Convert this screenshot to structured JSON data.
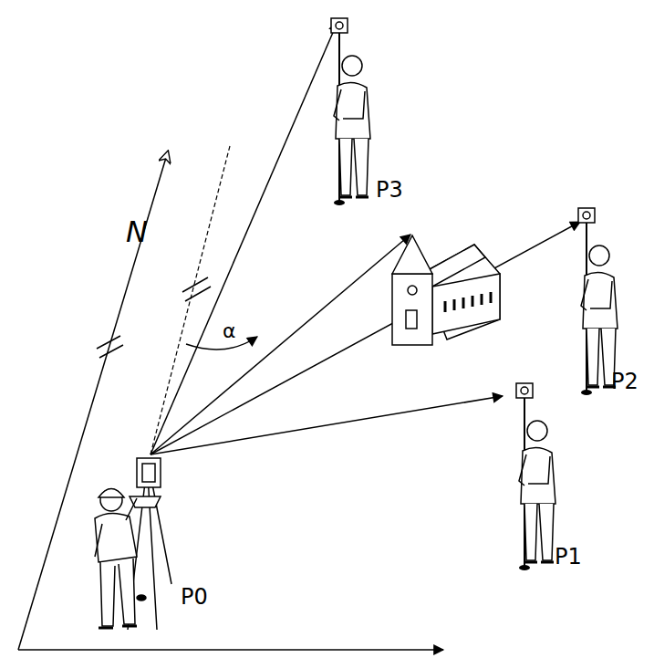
{
  "diagram": {
    "labels": [
      "P3",
      "N",
      "α",
      "P2",
      "P1",
      "P0"
    ]
  }
}
